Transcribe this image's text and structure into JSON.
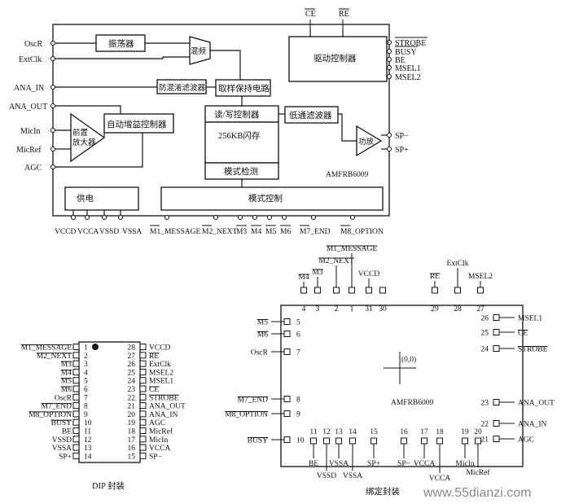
{
  "block_diagram": {
    "chip_label": "AMFRB6009",
    "top_ctrl_labels": [
      "CE",
      "RE"
    ],
    "left_inputs": [
      "OscR",
      "ExtClk",
      "ANA_IN",
      "ANA_OUT",
      "MicIn",
      "MicRef",
      "AGC"
    ],
    "right_outputs": [
      "STROBE",
      "BUSY",
      "BE",
      "MSEL1",
      "MSEL2",
      "SP−",
      "SP+"
    ],
    "blocks": {
      "oscillator": "振荡器",
      "mixer": "混频",
      "drive_controller": "驱动控制器",
      "antialias_filter": "防混淆滤波器",
      "sample_hold": "取样保持电路",
      "rw_controller": "读/写控制器",
      "flash": "256KB闪存",
      "lowpass_filter": "低通滤波器",
      "agc_controller": "自动增益控制器",
      "preamp": "前置放大器",
      "power_amp": "功放",
      "mode_detect": "模式检测",
      "power": "供电",
      "mode_control": "模式控制"
    },
    "bottom_labels": [
      "VCCD",
      "VCCA",
      "VSSD",
      "VSSA",
      "M1_MESSAGE",
      "M2_NEXT",
      "M3",
      "M4",
      "M5",
      "M6",
      "M7_END",
      "M8_OPTION"
    ]
  },
  "dip": {
    "caption": "DIP 封装",
    "left_pins": [
      {
        "num": "1",
        "name": "M1_MESSAGE"
      },
      {
        "num": "2",
        "name": "M2_NEXT"
      },
      {
        "num": "3",
        "name": "M3"
      },
      {
        "num": "4",
        "name": "M4"
      },
      {
        "num": "5",
        "name": "M5"
      },
      {
        "num": "6",
        "name": "M6"
      },
      {
        "num": "7",
        "name": "OscR"
      },
      {
        "num": "8",
        "name": "M7_END"
      },
      {
        "num": "9",
        "name": "M8_OPTION"
      },
      {
        "num": "10",
        "name": "BUSY"
      },
      {
        "num": "11",
        "name": "BE"
      },
      {
        "num": "12",
        "name": "VSSD"
      },
      {
        "num": "13",
        "name": "VSSA"
      },
      {
        "num": "14",
        "name": "SP+"
      }
    ],
    "right_pins": [
      {
        "num": "28",
        "name": "VCCD"
      },
      {
        "num": "27",
        "name": "RE"
      },
      {
        "num": "26",
        "name": "ExtClk"
      },
      {
        "num": "25",
        "name": "MSEL2"
      },
      {
        "num": "24",
        "name": "MSEL1"
      },
      {
        "num": "23",
        "name": "CE"
      },
      {
        "num": "22",
        "name": "STROBE"
      },
      {
        "num": "21",
        "name": "ANA_OUT"
      },
      {
        "num": "20",
        "name": "ANA_IN"
      },
      {
        "num": "19",
        "name": "AGC"
      },
      {
        "num": "18",
        "name": "MicRef"
      },
      {
        "num": "17",
        "name": "MicIn"
      },
      {
        "num": "16",
        "name": "VCCA"
      },
      {
        "num": "15",
        "name": "SP−"
      }
    ]
  },
  "bond": {
    "caption": "绑定封装",
    "chip_label": "AMFRB6009",
    "origin": "(0,0)",
    "top_pins": [
      {
        "num": "4",
        "name": "M4"
      },
      {
        "num": "3",
        "name": "M3"
      },
      {
        "num": "2",
        "name": "M2_NEXT"
      },
      {
        "num": "1",
        "name": "M1_MESSAGE"
      },
      {
        "num": "31",
        "name": "VCCD"
      },
      {
        "num": "30",
        "name": ""
      },
      {
        "num": "29",
        "name": "RE"
      },
      {
        "num": "28",
        "name": "ExtClk"
      },
      {
        "num": "27",
        "name": "MSEL2"
      }
    ],
    "left_pins": [
      {
        "num": "5",
        "name": "M5"
      },
      {
        "num": "6",
        "name": "M6"
      },
      {
        "num": "7",
        "name": "OscR"
      },
      {
        "num": "8",
        "name": "M7_END"
      },
      {
        "num": "9",
        "name": "M8_OPTION"
      },
      {
        "num": "10",
        "name": "BUSY"
      }
    ],
    "right_pins": [
      {
        "num": "26",
        "name": "MSEL1"
      },
      {
        "num": "25",
        "name": "CE"
      },
      {
        "num": "24",
        "name": "STROBE"
      },
      {
        "num": "23",
        "name": "ANA_OUT"
      },
      {
        "num": "22",
        "name": "ANA_IN"
      },
      {
        "num": "21",
        "name": "AGC"
      }
    ],
    "bottom_pins": [
      {
        "num": "11",
        "name": "BE"
      },
      {
        "num": "12",
        "name": "VSSD"
      },
      {
        "num": "13",
        "name": "VSSA"
      },
      {
        "num": "14",
        "name": "VSSA"
      },
      {
        "num": "15",
        "name": "SP+"
      },
      {
        "num": "16",
        "name": "SP−"
      },
      {
        "num": "17",
        "name": "VCCA"
      },
      {
        "num": "18",
        "name": "VCCA"
      },
      {
        "num": "19",
        "name": "MicIn"
      },
      {
        "num": "20",
        "name": "MicRef"
      }
    ]
  },
  "watermark": "www.55dianzi.com"
}
